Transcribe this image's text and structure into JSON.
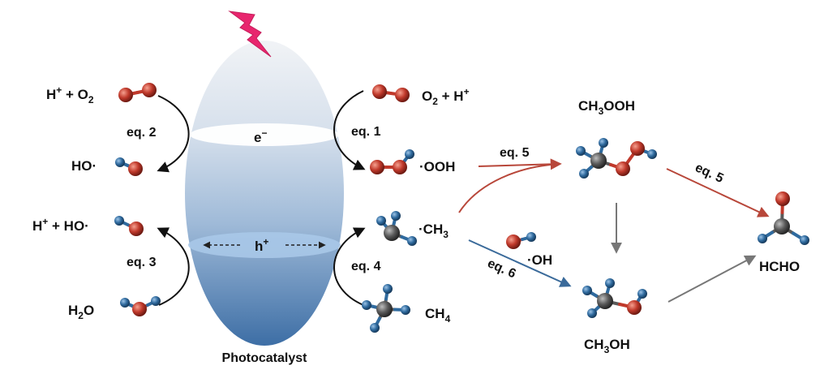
{
  "catalyst": {
    "label": "Photocatalyst",
    "electron": "e",
    "electron_sup": "−",
    "hole": "h",
    "hole_sup": "+"
  },
  "left": {
    "h_o2": {
      "a": "H",
      "a_sup": "+",
      "b": " + O",
      "b_sub": "2"
    },
    "eq2": "eq. 2",
    "ho_radical": "HO·",
    "h_ho": {
      "a": "H",
      "a_sup": "+",
      "b": " + HO·"
    },
    "eq3": "eq. 3",
    "h2o": {
      "a": "H",
      "a_sub": "2",
      "b": "O"
    }
  },
  "middle": {
    "o2_h": {
      "a": "O",
      "a_sub": "2",
      "b": " + H",
      "b_sup": "+"
    },
    "eq1": "eq. 1",
    "ooh": "·OOH",
    "ch3": {
      "a": "·CH",
      "a_sub": "3"
    },
    "eq4": "eq. 4",
    "ch4": {
      "a": "CH",
      "a_sub": "4"
    }
  },
  "right": {
    "ch3ooh": {
      "a": "CH",
      "a_sub": "3",
      "b": "OOH"
    },
    "eq5_a": "eq. 5",
    "eq5_b": "eq. 5",
    "oh_radical": "·OH",
    "eq6": "eq. 6",
    "ch3oh": {
      "a": "CH",
      "a_sub": "3",
      "b": "OH"
    },
    "hcho": "HCHO"
  },
  "colors": {
    "oxygen": "#c0392b",
    "hydrogen": "#2f6a9e",
    "carbon": "#5a5a5a",
    "arrow_red": "#b8473a",
    "arrow_blue": "#3a6a9a",
    "arrow_gray": "#777777",
    "bolt": "#e8266e"
  },
  "icons": {
    "light": "lightning-bolt-icon"
  }
}
